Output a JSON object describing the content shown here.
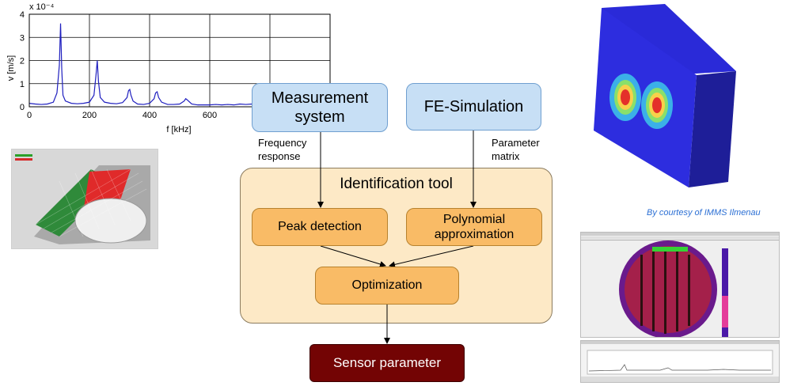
{
  "chart_data": {
    "type": "line",
    "title": "",
    "ylabel": "v [m/s]",
    "xlabel": "f [kHz]",
    "y_exponent": "x 10⁻⁴",
    "xlim": [
      0,
      1000
    ],
    "ylim": [
      0,
      4
    ],
    "x_ticks": [
      "0",
      "200",
      "400",
      "600"
    ],
    "y_ticks": [
      "0",
      "1",
      "2",
      "3",
      "4"
    ],
    "grid": true,
    "series": [
      {
        "color": "#1f1fbf",
        "x": [
          0,
          20,
          40,
          60,
          80,
          92,
          100,
          104,
          108,
          112,
          120,
          140,
          160,
          180,
          200,
          215,
          222,
          226,
          230,
          236,
          250,
          270,
          290,
          310,
          325,
          330,
          334,
          338,
          345,
          360,
          380,
          400,
          415,
          420,
          425,
          430,
          440,
          460,
          480,
          500,
          515,
          520,
          525,
          540,
          560,
          580,
          600,
          620,
          640,
          660,
          680,
          700,
          720,
          740,
          760,
          780,
          800
        ],
        "y": [
          0.15,
          0.12,
          0.1,
          0.12,
          0.2,
          0.6,
          1.8,
          3.6,
          1.6,
          0.5,
          0.25,
          0.15,
          0.13,
          0.15,
          0.2,
          0.5,
          1.4,
          2.0,
          1.1,
          0.4,
          0.2,
          0.15,
          0.13,
          0.18,
          0.4,
          0.7,
          0.75,
          0.5,
          0.25,
          0.12,
          0.1,
          0.15,
          0.35,
          0.6,
          0.65,
          0.4,
          0.2,
          0.1,
          0.1,
          0.12,
          0.25,
          0.35,
          0.3,
          0.12,
          0.08,
          0.08,
          0.08,
          0.1,
          0.08,
          0.1,
          0.08,
          0.12,
          0.1,
          0.12,
          0.1,
          0.15,
          0.15
        ]
      }
    ]
  },
  "diagram": {
    "measurement_label": "Measurement system",
    "fe_label": "FE-Simulation",
    "freq_label_1": "Frequency",
    "freq_label_2": "response",
    "param_label_1": "Parameter",
    "param_label_2": "matrix",
    "tool_title": "Identification tool",
    "peak_label": "Peak detection",
    "poly_label": "Polynomial approximation",
    "opt_label": "Optimization",
    "sensor_label": "Sensor parameter"
  },
  "courtesy": "By courtesy of IMMS Ilmenau"
}
